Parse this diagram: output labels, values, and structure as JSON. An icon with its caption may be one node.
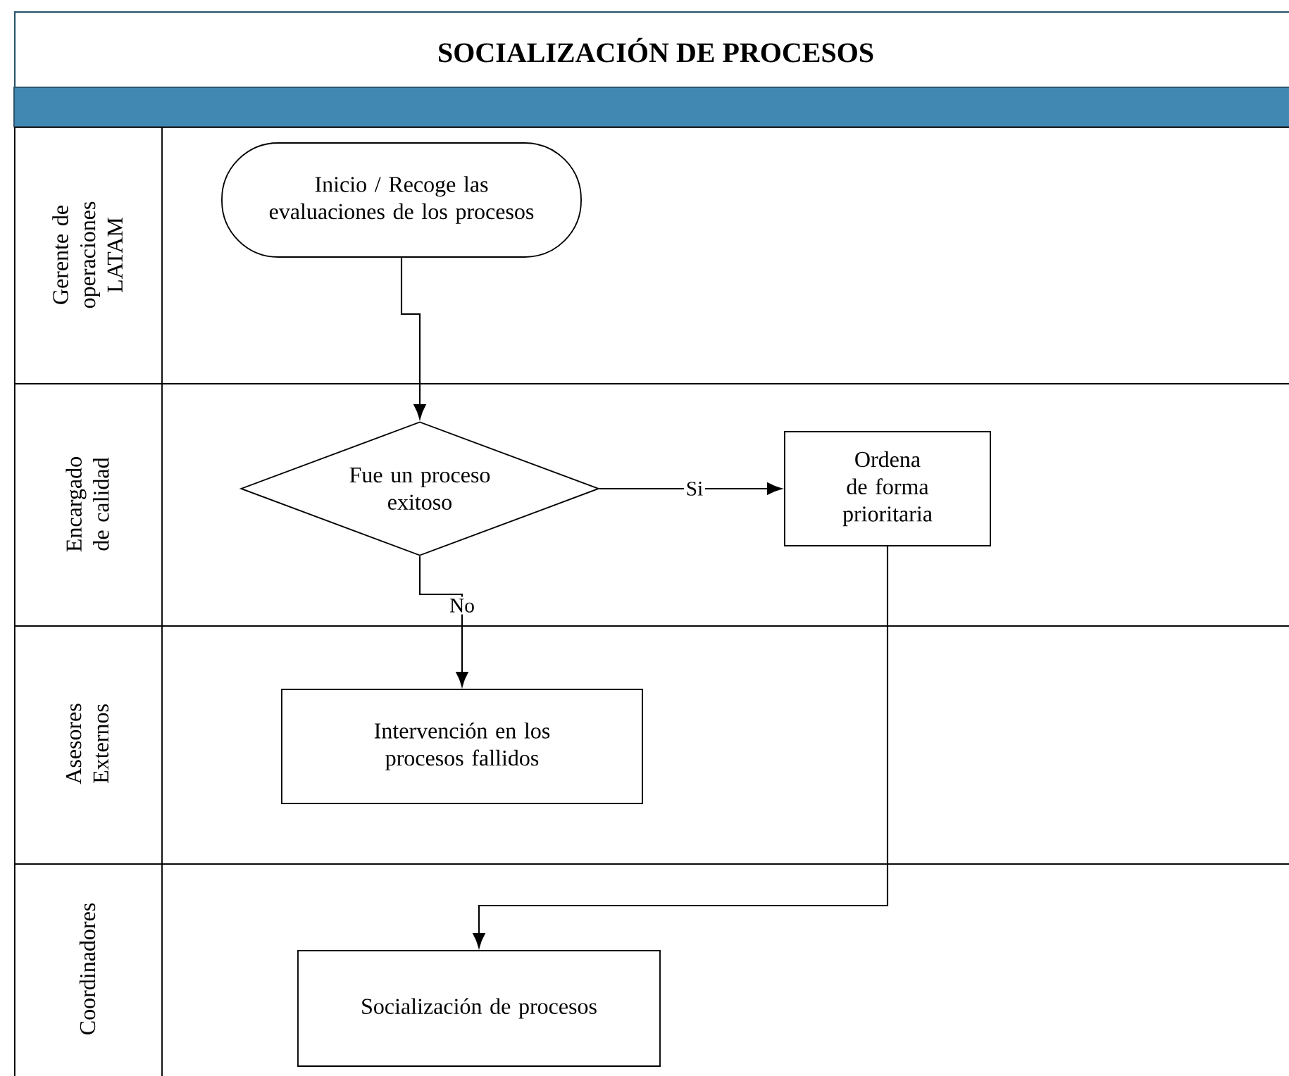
{
  "diagram": {
    "title": "SOCIALIZACIÓN DE PROCESOS",
    "nodes": [
      {
        "text": [
          "Gerente de operaciones LATAM"
        ]
      },
      {
        "text": [
          "Inicio / Recoge las evaluaciones de los procesos"
        ],
        "in": 0
      },
      {
        "text": [
          "Encargado de calidad"
        ]
      },
      {
        "text": [
          "Fue un proceso exitoso"
        ],
        "in": 2
      },
      {
        "text": [
          "Ordena de forma prioritaria"
        ],
        "in": 2
      },
      {
        "text": [
          "Asesores Externos"
        ]
      },
      {
        "text": [
          "Intervención en los procesos fallidos"
        ],
        "in": 5
      },
      {
        "text": [
          "Coordinadores"
        ]
      },
      {
        "text": [
          "Socialización de procesos"
        ],
        "in": 7
      }
    ],
    "edges": [
      {
        "from": 1,
        "to": 3,
        "arrow": "to"
      },
      {
        "from": 3,
        "to": 4,
        "arrow": "to",
        "label": "Si"
      },
      {
        "from": 3,
        "to": 6,
        "arrow": "to",
        "label": "No"
      },
      {
        "from": 4,
        "to": 8,
        "arrow": "to"
      }
    ]
  }
}
